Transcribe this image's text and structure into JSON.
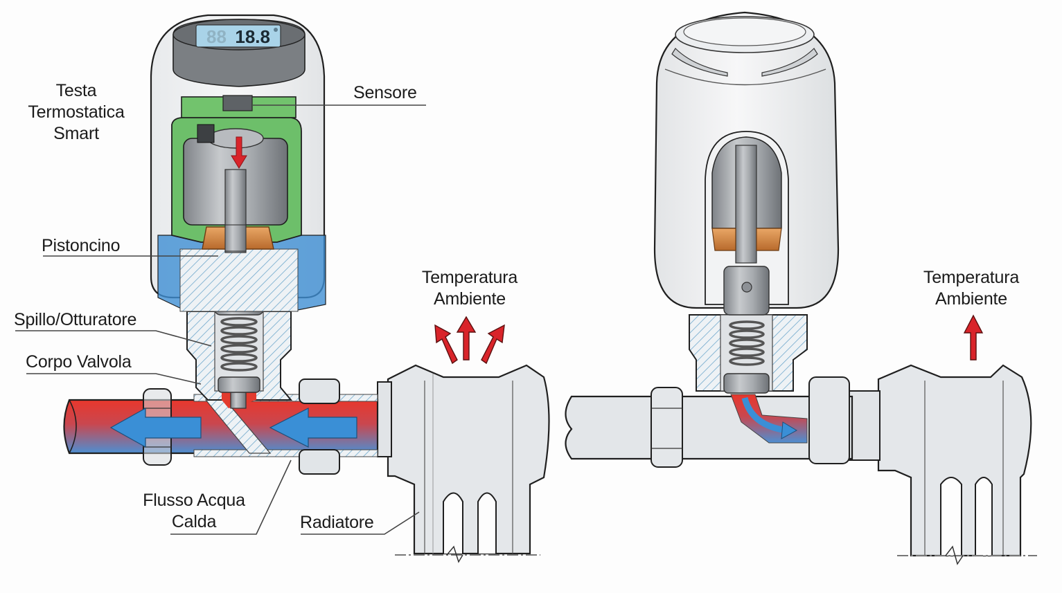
{
  "diagram": {
    "title": "",
    "language": "it",
    "colors": {
      "hot_water": "#e23b2e",
      "cold_water": "#3f8fd0",
      "flow_arrow": "#3a8fd6",
      "heat_arrow": "#d9242a",
      "housing": "#e9ecef",
      "sensor_board": "#6dbf6a",
      "motor": "#9a9ea3",
      "gear": "#d98a45",
      "seal": "#3e8fd3",
      "lcd": "#a9d3e8",
      "outline": "#1f1f1f"
    },
    "display": {
      "reading": "18.8",
      "icon": "heat-icon"
    },
    "left_panel": {
      "state": "open",
      "labels": {
        "head": [
          "Testa",
          "Termostatica",
          "Smart"
        ],
        "sensor": "Sensore",
        "piston": "Pistoncino",
        "pin": "Spillo/Otturatore",
        "body": "Corpo Valvola",
        "flow": [
          "Flusso Acqua",
          "Calda"
        ],
        "radiator": "Radiatore",
        "ambient": [
          "Temperatura",
          "Ambiente"
        ]
      },
      "heat_arrows": 3
    },
    "right_panel": {
      "state": "closed",
      "labels": {
        "ambient": [
          "Temperatura",
          "Ambiente"
        ]
      },
      "heat_arrows": 1
    }
  }
}
